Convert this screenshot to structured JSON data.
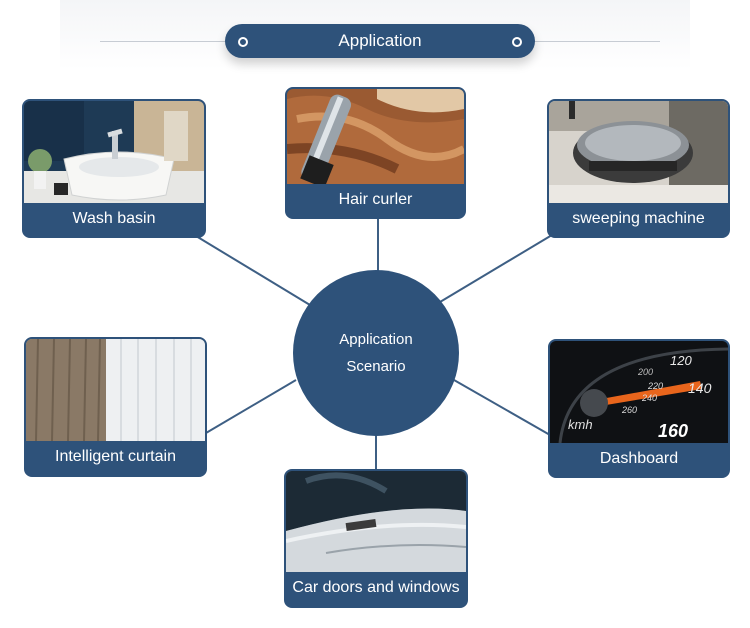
{
  "header": {
    "title": "Application"
  },
  "hub": {
    "line1": "Application",
    "line2": "Scenario"
  },
  "cards": {
    "wash_basin": {
      "label": "Wash basin",
      "icon": "wash-basin-photo"
    },
    "hair_curler": {
      "label": "Hair curler",
      "icon": "hair-curler-photo"
    },
    "sweeping_machine": {
      "label": "sweeping machine",
      "icon": "robot-vacuum-photo"
    },
    "intelligent_curtain": {
      "label": "Intelligent curtain",
      "icon": "curtain-photo"
    },
    "dashboard": {
      "label": "Dashboard",
      "icon": "speedometer-photo",
      "unit": "kmh",
      "ticks": [
        "120",
        "140",
        "160",
        "220",
        "240",
        "260",
        "200"
      ]
    },
    "car_doors": {
      "label": "Car doors and windows",
      "icon": "car-window-photo"
    }
  },
  "colors": {
    "primary": "#2e527a",
    "line": "#3e5f84"
  }
}
